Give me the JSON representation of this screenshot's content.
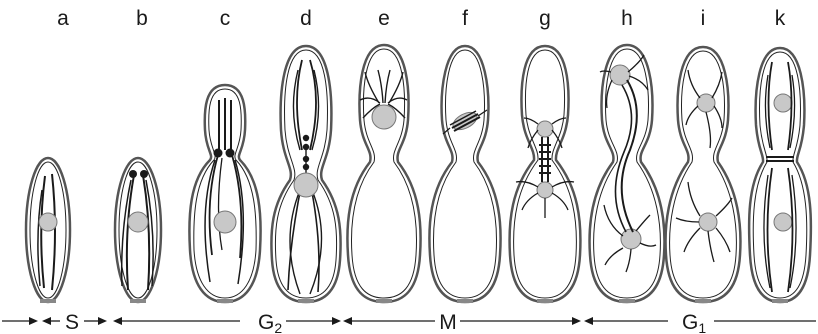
{
  "stages": [
    {
      "label": "a",
      "desc": "cell with nucleus, unreplicated microtubule bundles"
    },
    {
      "label": "b",
      "desc": "basal bodies appear, nucleus enlarged"
    },
    {
      "label": "c",
      "desc": "bud emerges, basal bodies migrate to bud"
    },
    {
      "label": "d",
      "desc": "flagella elongate into bud, nucleus at isthmus"
    },
    {
      "label": "e",
      "desc": "nucleus migrates into bud, spindle forms"
    },
    {
      "label": "f",
      "desc": "metaphase-like spindle in bud"
    },
    {
      "label": "g",
      "desc": "nucleus divides across isthmus"
    },
    {
      "label": "h",
      "desc": "daughter nuclei separate"
    },
    {
      "label": "i",
      "desc": "daughter nuclei with astral microtubules"
    },
    {
      "label": "k",
      "desc": "cytokinesis, septum between mother and daughter"
    }
  ],
  "phases": [
    {
      "name": "S",
      "sub": ""
    },
    {
      "name": "G",
      "sub": "2"
    },
    {
      "name": "M",
      "sub": ""
    },
    {
      "name": "G",
      "sub": "1"
    }
  ],
  "colors": {
    "wall": "#4a4a4a",
    "nucleus": "#c8c8c8",
    "line": "#1a1a1a"
  }
}
